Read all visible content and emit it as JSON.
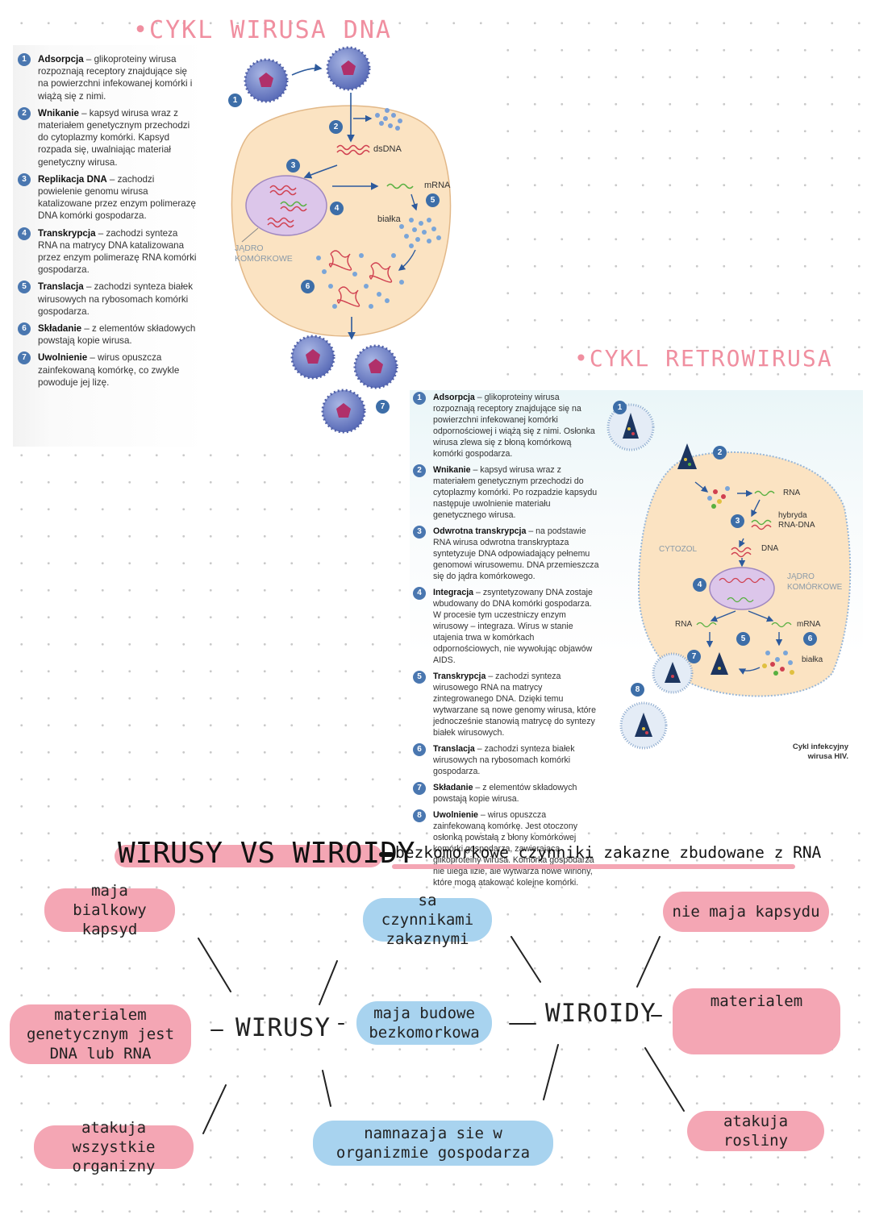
{
  "dna_cycle": {
    "title": "•CYKL WIRUSA DNA",
    "steps": [
      {
        "n": "1",
        "bold": "Adsorpcja",
        "text": " – glikoproteiny wirusa rozpoznają receptory znajdujące się na powierzchni infekowanej komórki i wiążą się z nimi."
      },
      {
        "n": "2",
        "bold": "Wnikanie",
        "text": " – kapsyd wirusa wraz z materiałem genetycznym przechodzi do cytoplazmy komórki. Kapsyd rozpada się, uwalniając materiał genetyczny wirusa."
      },
      {
        "n": "3",
        "bold": "Replikacja DNA",
        "text": " – zachodzi powielenie genomu wirusa katalizowane przez enzym polimerazę DNA komórki gospodarza."
      },
      {
        "n": "4",
        "bold": "Transkrypcja",
        "text": " – zachodzi synteza RNA na matrycy DNA katalizowana przez enzym polimerazę RNA komórki gospodarza."
      },
      {
        "n": "5",
        "bold": "Translacja",
        "text": " – zachodzi synteza białek wirusowych na rybosomach komórki gospodarza."
      },
      {
        "n": "6",
        "bold": "Składanie",
        "text": " – z elementów składowych powstają kopie wirusa."
      },
      {
        "n": "7",
        "bold": "Uwolnienie",
        "text": " – wirus opuszcza zainfekowaną komórkę, co zwykle powoduje jej lizę."
      }
    ],
    "diagram": {
      "dsdna": "dsDNA",
      "mrna": "mRNA",
      "bialka": "białka",
      "jadro": "JĄDRO KOMÓRKOWE"
    }
  },
  "retro_cycle": {
    "title": "•CYKL RETROWIRUSA",
    "steps": [
      {
        "n": "1",
        "bold": "Adsorpcja",
        "text": " – glikoproteiny wirusa rozpoznają receptory znajdujące się na powierzchni infekowanej komórki odpornościowej i wiążą się z nimi. Osłonka wirusa zlewa się z błoną komórkową komórki gospodarza."
      },
      {
        "n": "2",
        "bold": "Wnikanie",
        "text": " – kapsyd wirusa wraz z materiałem genetycznym przechodzi do cytoplazmy komórki. Po rozpadzie kapsydu następuje uwolnienie materiału genetycznego wirusa."
      },
      {
        "n": "3",
        "bold": "Odwrotna transkrypcja",
        "text": " – na podstawie RNA wirusa odwrotna transkryptaza syntetyzuje DNA odpowiadający pełnemu genomowi wirusowemu. DNA przemieszcza się do jądra komórkowego."
      },
      {
        "n": "4",
        "bold": "Integracja",
        "text": " – zsyntetyzowany DNA zostaje wbudowany do DNA komórki gospodarza. W procesie tym uczestniczy enzym wirusowy – integraza. Wirus w stanie utajenia trwa w komórkach odpornościowych, nie wywołując objawów AIDS."
      },
      {
        "n": "5",
        "bold": "Transkrypcja",
        "text": " – zachodzi synteza wirusowego RNA na matrycy zintegrowanego DNA. Dzięki temu wytwarzane są nowe genomy wirusa, które jednocześnie stanowią matrycę do syntezy białek wirusowych."
      },
      {
        "n": "6",
        "bold": "Translacja",
        "text": " – zachodzi synteza białek wirusowych na rybosomach komórki gospodarza."
      },
      {
        "n": "7",
        "bold": "Składanie",
        "text": " – z elementów składowych powstają kopie wirusa."
      },
      {
        "n": "8",
        "bold": "Uwolnienie",
        "text": " – wirus opuszcza zainfekowaną komórkę. Jest otoczony osłonką powstałą z błony komórkowej komórki gospodarza, zawierającą glikoproteiny wirusa. Komórka gospodarza nie ulega lizie, ale wytwarza nowe wiriony, które mogą atakować kolejne komórki."
      }
    ],
    "diagram": {
      "rna": "RNA",
      "hybryda": "hybryda RNA-DNA",
      "cytozol": "CYTOZOL",
      "dna": "DNA",
      "jadro": "JĄDRO KOMÓRKOWE",
      "rna2": "RNA",
      "mrna": "mRNA",
      "bialka": "białka",
      "caption": "Cykl infekcyjny wirusa HIV."
    }
  },
  "comparison": {
    "heading": "WIRUSY VS WIROIDY",
    "subtitle": "bezkomórkowe czynniki zakaźne zbudowane z RNA",
    "subtitle_display": "bezkomorkowe czynniki zakazne zbudowane z RNA",
    "node_left": "WIRUSY",
    "node_right": "WIROIDY",
    "left": [
      "maja bialkowy kapsyd",
      "materialem genetycznym jest DNA lub RNA",
      "atakuja wszystkie organizny"
    ],
    "common": [
      "sa czynnikami zakaznymi",
      "maja budowe bezkomorkowa",
      "namnazaja sie w organizmie gospodarza"
    ],
    "right": [
      "nie maja kapsydu",
      "materialem",
      "atakuja rosliny"
    ],
    "colors": {
      "pink": "#f4a6b4",
      "blue": "#a8d3ef",
      "title": "#f08fa0"
    }
  }
}
